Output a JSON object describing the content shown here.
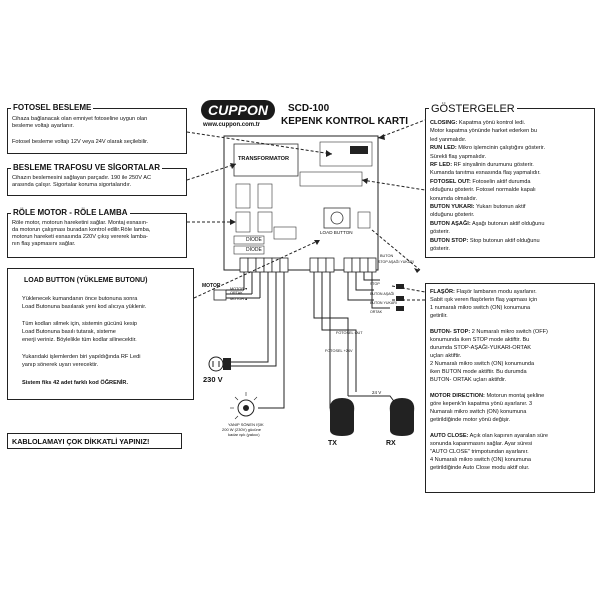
{
  "brand": {
    "logo": "CUPPON",
    "url": "www.cuppon.com.tr"
  },
  "product": {
    "model": "SCD-100",
    "name": "KEPENK KONTROL KARTI"
  },
  "fotosel": {
    "title": "FOTOSEL BESLEME",
    "p1": "Cihaza bağlanacak olan emniyet fotoseline uygun olan",
    "p2": "besleme voltajı ayarlanır.",
    "p3": "Fotosel besleme voltajı 12V veya 24V olarak seçilebilir."
  },
  "besleme": {
    "title": "BESLEME TRAFOSU VE SİGORTALAR",
    "p1": "Cihazın beslemesini sağlayan parçadır. 190 ile 250V AC",
    "p2": "arasında çalışır. Sigortalar koruma sigortalarıdır."
  },
  "role": {
    "title": "RÖLE MOTOR - RÖLE LAMBA",
    "lines": [
      "Röle motor, motorun hareketini sağlar. Montaj esnasın-",
      "da motorun çalışması buradan kontrol edilir.Röle lamba,",
      "motorun hareketi esnasında 220V çıkış vererek lamba-",
      "nın flaş yapmasını sağlar."
    ]
  },
  "load": {
    "title": "LOAD BUTTON (YÜKLEME BUTONU)",
    "p1": [
      "Yüklenecek kumandanın önce butonuna sonra",
      "Load Butonuna basılarak yeni kod alıcıya yüklenir."
    ],
    "p2": [
      "Tüm kodları silmek için, sistemin gücünü kesip",
      "Load Butonuna basılı tutarak, sisteme",
      "enerji veriniz. Böylelikle tüm kodlar silinecektir."
    ],
    "p3": [
      "Yukarıdaki işlemlerden biri yapıldığında RF Ledi",
      "yanıp sönerek uyarı verecektir."
    ],
    "p4": "Sistem fiks 42 adet farklı kod ÖĞRENİR."
  },
  "warning": "KABLOLAMAYI ÇOK DİKKATLİ YAPINIZ!",
  "gostergeler": {
    "title": "GÖSTERGELER",
    "items": [
      {
        "k": "CLOSING:",
        "v": " Kapatma yönü kontrol ledi."
      },
      {
        "k": "",
        "v": "Motor kapatma yönünde harket ederken bu"
      },
      {
        "k": "",
        "v": "led yanmalıdır."
      },
      {
        "k": "RUN LED:",
        "v": " Mikro işlemcinin çalıştığını gösterir."
      },
      {
        "k": "",
        "v": "Sürekli flaş yapmalıdır."
      },
      {
        "k": "RF LED:",
        "v": " RF sinyalinin durumunu gösterir."
      },
      {
        "k": "",
        "v": "Kumanda tanıtma esnasında flaş yapmalıdır."
      },
      {
        "k": "FOTOSEL OUT:",
        "v": " Fotoselin aktif durumda"
      },
      {
        "k": "",
        "v": "olduğunu gösterir. Fotosel normalde kapalı"
      },
      {
        "k": "",
        "v": "konumda olmalıdır."
      },
      {
        "k": "BUTON YUKARI:",
        "v": " Yukarı butonun  aktif"
      },
      {
        "k": "",
        "v": "olduğunu gösterir."
      },
      {
        "k": "BUTON AŞAĞI:",
        "v": " Aşağı butonun aktif olduğunu"
      },
      {
        "k": "",
        "v": "gösterir."
      },
      {
        "k": "BUTON STOP:",
        "v": " Stop butonun aktif olduğunu"
      },
      {
        "k": "",
        "v": "gösterir."
      }
    ]
  },
  "flasor": {
    "p1": [
      {
        "k": "FLAŞÖR:",
        "v": " Flaşör lambanın modu ayarlanır."
      },
      {
        "k": "",
        "v": "Sabit ışık veren flaşörlerin flaş yapması için"
      },
      {
        "k": "",
        "v": "1 numaralı mikro switch (ON) konumuna"
      },
      {
        "k": "",
        "v": "getirilir."
      }
    ],
    "p2": [
      {
        "k": "BUTON- STOP:",
        "v": " 2 Numaralı mikro switch (OFF)"
      },
      {
        "k": "",
        "v": "konumunda iken STOP mode aktiftir. Bu"
      },
      {
        "k": "",
        "v": "durumda STOP-AŞAĞI-YUKARI-ORTAK"
      },
      {
        "k": "",
        "v": "uçları aktiftir."
      },
      {
        "k": "",
        "v": "2 Numaralı mikro switch (ON) konumunda"
      },
      {
        "k": "",
        "v": "iken BUTON mode aktiftir. Bu durumda"
      },
      {
        "k": "",
        "v": "BUTON- ORTAK uçları aktifdir."
      }
    ],
    "p3": [
      {
        "k": "MOTOR DIRECTION:",
        "v": " Motorun montaj şekline"
      },
      {
        "k": "",
        "v": "göre kepenk'in kapatma yönü ayarlanır. 3"
      },
      {
        "k": "",
        "v": "Numaralı mikro switch (ON) konumuna"
      },
      {
        "k": "",
        "v": "getirildiğinde motor yönü değişir."
      }
    ],
    "p4": [
      {
        "k": "AUTO CLOSE:",
        "v": " Açık olan kapının ayaralan süre"
      },
      {
        "k": "",
        "v": "sonunda kapanmasını sağlar. Ayar süresi"
      },
      {
        "k": "",
        "v": "\"AUTO CLOSE\" trimpotundan ayarlanır."
      },
      {
        "k": "",
        "v": "4 Numaralı mikro switch (ON) konumuna"
      },
      {
        "k": "",
        "v": "getirildiğinde Auto Close modu aktif olur."
      }
    ]
  },
  "board": {
    "transformator": "TRANSFORMATOR",
    "diode1": "DİODE",
    "diode2": "DİODE",
    "load_button": "LOAD BUTTON",
    "motor_labels": [
      "MOTOR ▾",
      "ORTAK",
      "MOTOR ▴"
    ],
    "motor": "MOTOR",
    "v230": "230 V",
    "lamp_caption": [
      "YANIP SÖNEN IŞIK",
      "200 W (230V) gücüne",
      "kadar ışık (yakıcı)"
    ],
    "fotosel_out_a": "FOTOSEL OUT",
    "fotosel_24v": "FOTOSEL +24V",
    "fotosel_com": "FOTOSEL COM",
    "v24": "24 V",
    "tx": "TX",
    "rx": "RX",
    "buton_stop": "BUTON",
    "stop_lbl": "STOP AŞAĞI YUKARI",
    "buton_asagi": "BUTON AŞAĞI",
    "buton_yukari": "BUTON YUKARI",
    "ortak": "ORTAK",
    "stop": "STOP"
  }
}
